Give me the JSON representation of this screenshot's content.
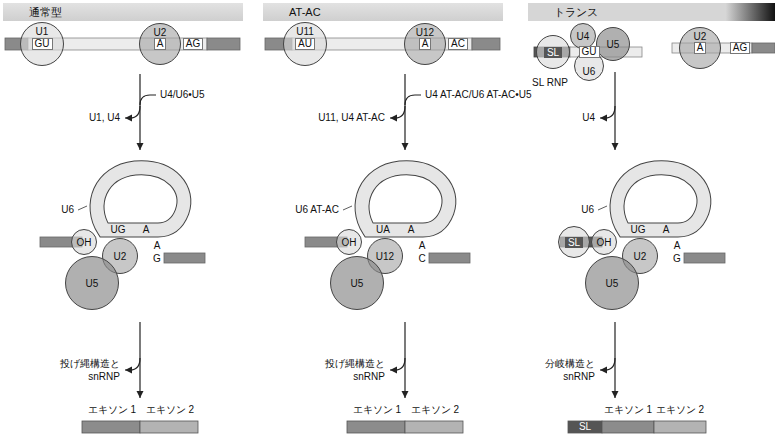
{
  "diagram": {
    "nodes": [
      {
        "text": [
          "通常型"
        ]
      },
      {
        "text": [
          "AT-AC"
        ]
      },
      {
        "text": [
          "トランス"
        ]
      },
      {
        "text": [
          "U1"
        ]
      },
      {
        "text": [
          "U2"
        ]
      },
      {
        "text": [
          "U11"
        ]
      },
      {
        "text": [
          "U12"
        ]
      },
      {
        "text": [
          "SL"
        ]
      },
      {
        "text": [
          "U4"
        ]
      },
      {
        "text": [
          "U5"
        ]
      },
      {
        "text": [
          "U6"
        ]
      },
      {
        "text": [
          "U2"
        ]
      },
      {
        "text": [
          "OH"
        ]
      },
      {
        "text": [
          "U2"
        ]
      },
      {
        "text": [
          "U5"
        ]
      },
      {
        "text": [
          "OH"
        ]
      },
      {
        "text": [
          "U12"
        ]
      },
      {
        "text": [
          "U5"
        ]
      },
      {
        "text": [
          "SL"
        ]
      },
      {
        "text": [
          "OH"
        ]
      },
      {
        "text": [
          "U2"
        ]
      },
      {
        "text": [
          "U5"
        ]
      }
    ],
    "labels": [
      "GU",
      "A",
      "AG",
      "AU",
      "A",
      "AC",
      "GU",
      "SL RNP",
      "A",
      "AG",
      "U4/U6•U5",
      "U1, U4",
      "U4 AT-AC/U6 AT-AC•U5",
      "U11, U4 AT-AC",
      "U4",
      "U6",
      "UG",
      "A",
      "A",
      "G",
      "U6 AT-AC",
      "UA",
      "A",
      "A",
      "C",
      "U6",
      "UG",
      "A",
      "A",
      "G",
      "投げ縄構造と snRNP",
      "投げ縄構造と snRNP",
      "分岐構造と snRNP",
      "エキソン 1",
      "エキソン 2",
      "エキソン 1",
      "エキソン 2",
      "エキソン 1",
      "エキソン 2",
      "SL"
    ]
  }
}
